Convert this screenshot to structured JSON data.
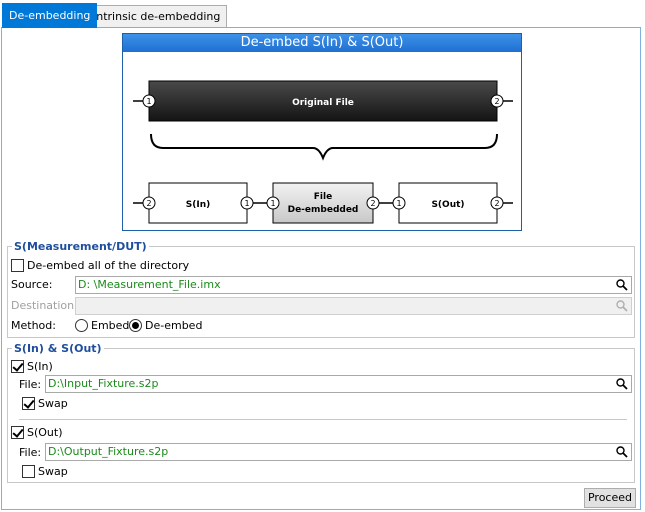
{
  "tabs": [
    {
      "label": "De-embedding",
      "active": true
    },
    {
      "label": "Intrinsic de-embedding",
      "active": false
    }
  ],
  "diagram": {
    "title": "De-embed S(In) & S(Out)",
    "original_label": "Original File",
    "sin_label": "S(In)",
    "file_deembedded_line1": "File",
    "file_deembedded_line2": "De-embedded",
    "sout_label": "S(Out)",
    "port1": "1",
    "port2": "2"
  },
  "measurement": {
    "legend": "S(Measurement/DUT)",
    "deembed_all_label": "De-embed all of the directory",
    "deembed_all_checked": false,
    "source_label": "Source:",
    "source_value": "D: \\Measurement_File.imx",
    "destination_label": "Destination:",
    "destination_value": "",
    "method_label": "Method:",
    "method_embed": "Embed",
    "method_deembed": "De-embed",
    "method_selected": "De-embed"
  },
  "fixtures": {
    "legend": "S(In) & S(Out)",
    "sin": {
      "label": "S(In)",
      "checked": true,
      "file_label": "File:",
      "file_value": "D:\\Input_Fixture.s2p",
      "swap_label": "Swap",
      "swap_checked": true
    },
    "sout": {
      "label": "S(Out)",
      "checked": true,
      "file_label": "File:",
      "file_value": "D:\\Output_Fixture.s2p",
      "swap_label": "Swap",
      "swap_checked": false
    }
  },
  "proceed_label": "Proceed",
  "colors": {
    "accent": "#0078d7",
    "legend": "#1f4f9c",
    "path_text": "#1a8a1a"
  }
}
